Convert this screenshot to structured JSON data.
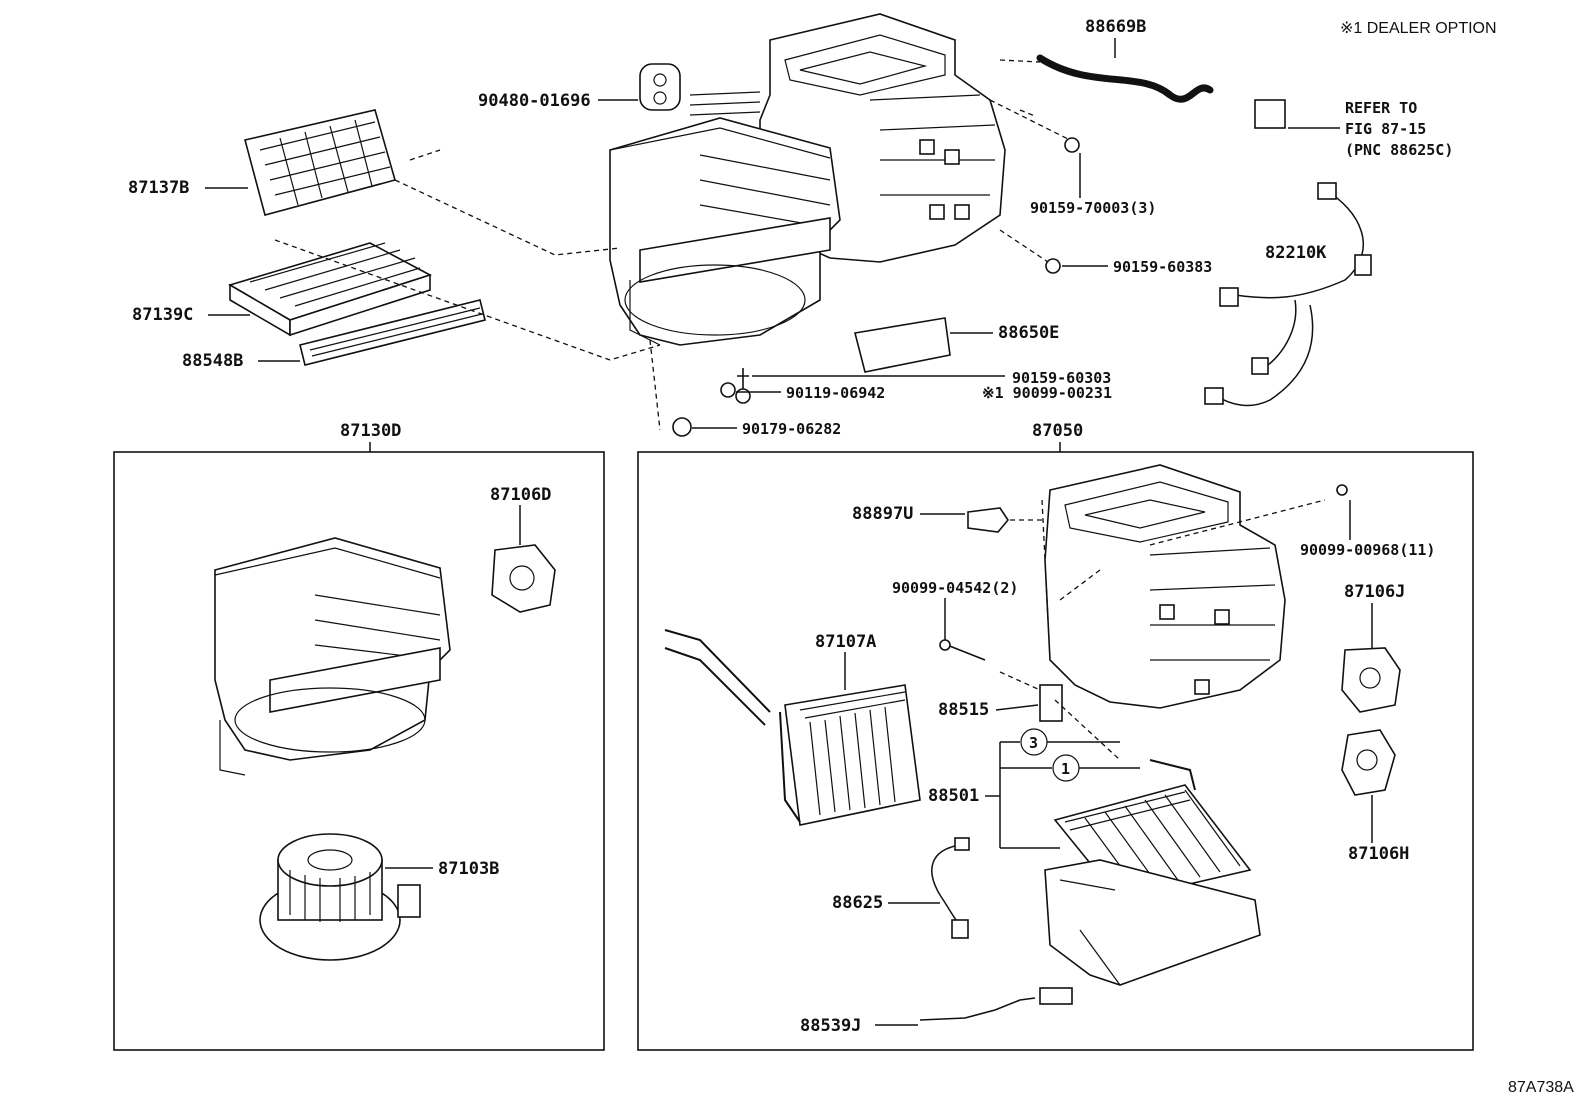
{
  "header": {
    "note": "※1 DEALER OPTION"
  },
  "footer": {
    "figure_id": "87A738A"
  },
  "groups": {
    "blower": {
      "label": "87130D"
    },
    "unit": {
      "label": "87050"
    }
  },
  "refer": {
    "line1": "REFER TO",
    "line2": "FIG 87-15",
    "line3": "(PNC 88625C)"
  },
  "parts": {
    "p88669B": "88669B",
    "p90480": "90480-01696",
    "p87137B": "87137B",
    "p87139C": "87139C",
    "p88548B": "88548B",
    "p90159_70003": "90159-70003(3)",
    "p90159_60383": "90159-60383",
    "p82210K": "82210K",
    "p88650E": "88650E",
    "p90159_60303": "90159-60303",
    "p90099_00231": "※1 90099-00231",
    "p90119": "90119-06942",
    "p90179": "90179-06282",
    "p87106D": "87106D",
    "p87103B": "87103B",
    "p88897U": "88897U",
    "p90099_00968": "90099-00968(11)",
    "p90099_04542": "90099-04542(2)",
    "p87106J": "87106J",
    "p87107A": "87107A",
    "p88515": "88515",
    "p88501": "88501",
    "p88625": "88625",
    "p87106H": "87106H",
    "p88539J": "88539J",
    "callout3": "3",
    "callout1": "1"
  }
}
